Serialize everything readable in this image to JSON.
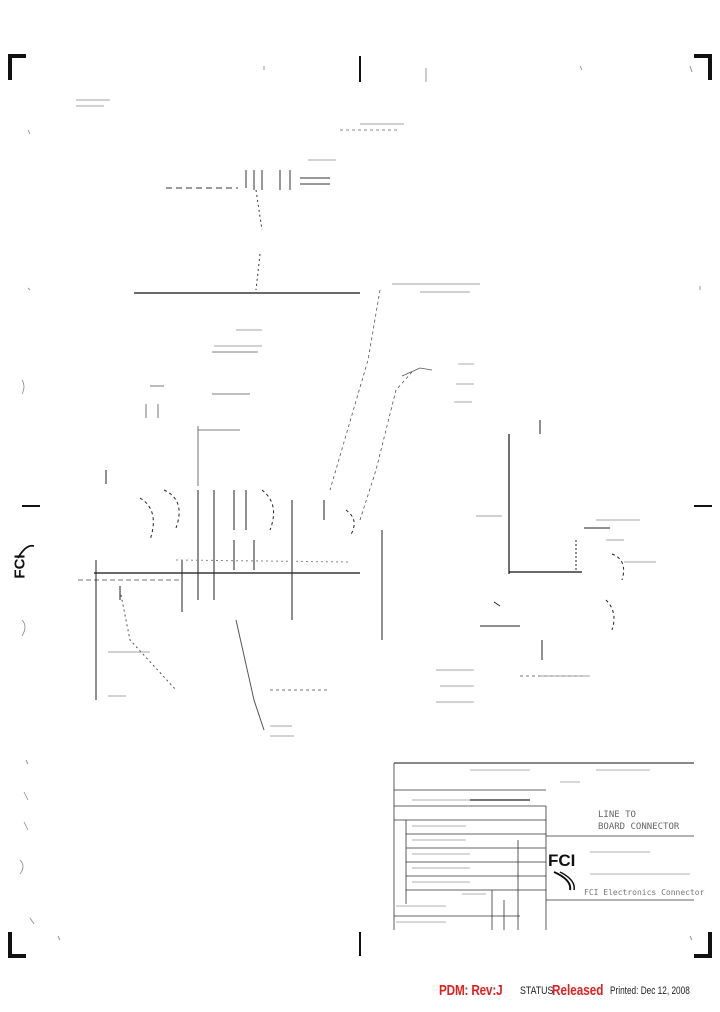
{
  "drawing": {
    "title_block": {
      "description_line1": "LINE TO",
      "description_line2": "BOARD CONNECTOR",
      "company_logo_text": "FCI",
      "company_name": "FCI Electronics Connector"
    },
    "side_logo_text": "FCI"
  },
  "footer": {
    "pdm_label": "PDM: Rev:J",
    "status_label": "STATUS",
    "status_value": "Released",
    "printed": "Printed: Dec 12, 2008"
  },
  "colors": {
    "status_red": "#e02020",
    "line_dark": "#111111",
    "line_light": "#777777"
  }
}
